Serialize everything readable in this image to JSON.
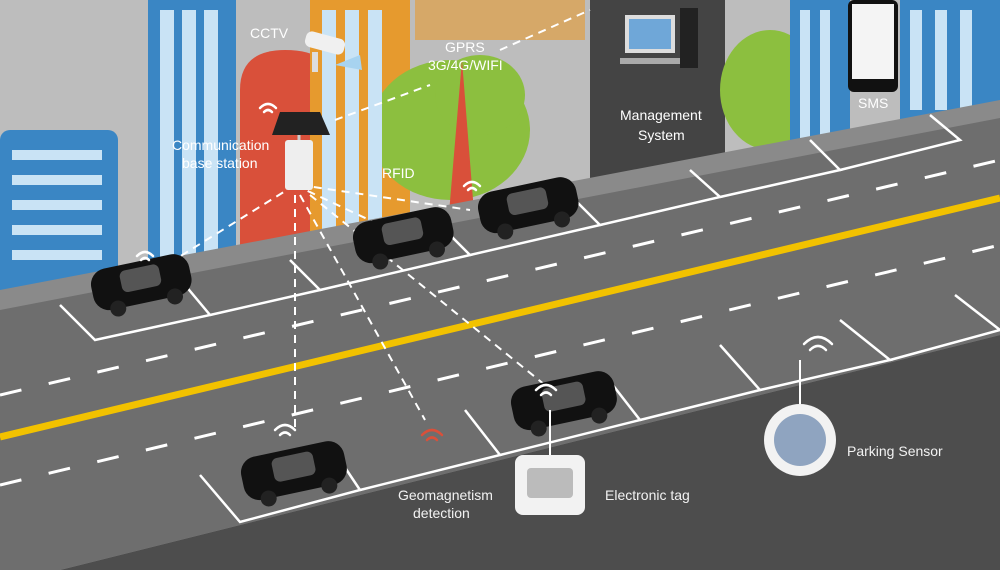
{
  "labels": {
    "cctv": "CCTV",
    "gprs_line1": "GPRS",
    "gprs_line2": "3G/4G/WIFI",
    "base_station_line1": "Communication",
    "base_station_line2": "base station",
    "rfid": "RFID",
    "management_line1": "Management",
    "management_line2": "System",
    "sms": "SMS",
    "parking_sensor": "Parking Sensor",
    "electronic_tag": "Electronic tag",
    "geomagnetism_line1": "Geomagnetism",
    "geomagnetism_line2": "detection"
  },
  "colors": {
    "sky": "#bdbdbd",
    "road": "#6e6e6e",
    "sidewalk": "#4d4d4d",
    "center_line": "#f2c200",
    "building_blue": "#3a86c4",
    "building_red": "#d9503a",
    "building_orange": "#e69a2e",
    "tree_green": "#8cbf3f"
  }
}
